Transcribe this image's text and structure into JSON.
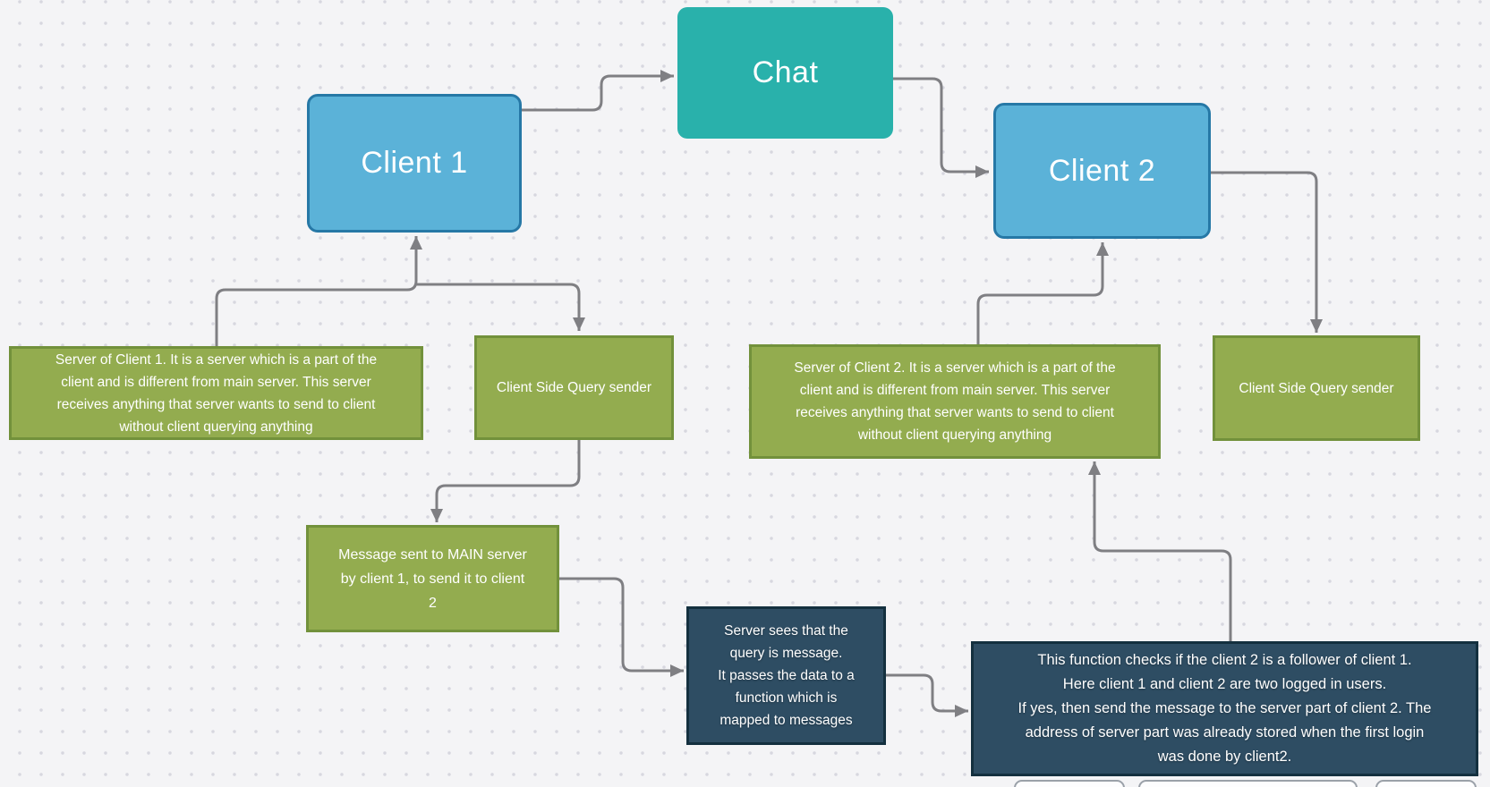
{
  "diagram": {
    "nodes": {
      "chat": {
        "label": "Chat"
      },
      "client1": {
        "label": "Client 1"
      },
      "client2": {
        "label": "Client 2"
      },
      "server1": {
        "lines": [
          "Server of Client 1. It is a server which is a part of the",
          "client and is different from main server. This server",
          "receives anything that server wants to send to client",
          "without client querying anything"
        ]
      },
      "csq1": {
        "label": "Client Side Query sender"
      },
      "server2": {
        "lines": [
          "Server of Client 2. It is a server which is a part of the",
          "client and is different from main server. This server",
          "receives anything that server wants to send to client",
          "without client querying anything"
        ]
      },
      "csq2": {
        "label": "Client Side Query sender"
      },
      "msg": {
        "lines": [
          "Message sent to MAIN server",
          "by client 1, to send it to client",
          "2"
        ]
      },
      "dark1": {
        "lines": [
          "Server sees that the",
          "query is message.",
          "It passes the data to a",
          "function which is",
          "mapped to messages"
        ]
      },
      "dark2": {
        "lines": [
          "This function checks if the client 2 is a follower of client 1.",
          "Here client 1 and client 2 are two logged in users.",
          "If yes, then send the message to the server part of client 2. The",
          "address of server part was already stored when the first login",
          "was done by client2."
        ]
      }
    },
    "palette": {
      "teal_fill": "#29b1ab",
      "blue_fill": "#5bb2d8",
      "blue_border": "#2678a6",
      "green_fill": "#93ac4f",
      "green_border": "#72913b",
      "dark_fill": "#2e4d63",
      "dark_border": "#14303f",
      "connector": "#7f7f83",
      "background": "#f4f4f6",
      "grid_dot": "#d7d7df"
    }
  }
}
